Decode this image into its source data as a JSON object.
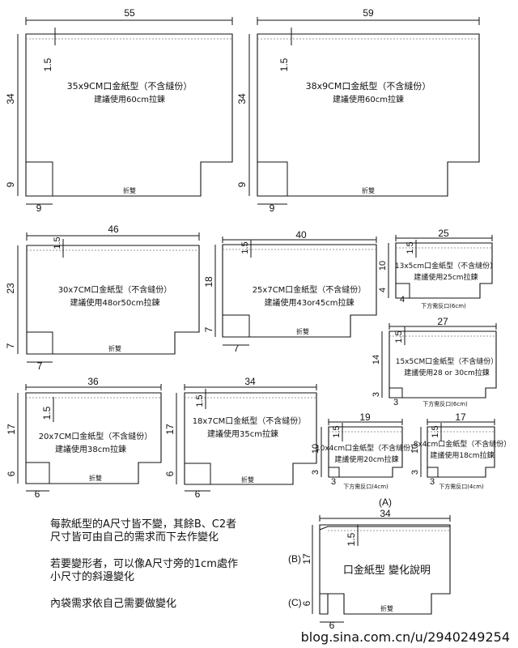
{
  "patterns": [
    {
      "width": "55",
      "height": "34",
      "seam": "1.5",
      "corner_h": "9",
      "corner_w": "9",
      "line1": "35x9CM口金紙型（不含縫份）",
      "line2": "建議使用60cm拉鍊",
      "fold": "折雙"
    },
    {
      "width": "59",
      "height": "34",
      "seam": "1.5",
      "corner_h": "9",
      "corner_w": "9",
      "line1": "38x9CM口金紙型（不含縫份）",
      "line2": "建議使用60cm拉鍊",
      "fold": "折雙"
    },
    {
      "width": "46",
      "height": "23",
      "seam": "1.5",
      "corner_h": "7",
      "corner_w": "7",
      "line1": "30x7CM口金紙型（不含縫份）",
      "line2": "建議使用48or50cm拉鍊",
      "fold": "折雙"
    },
    {
      "width": "40",
      "height": "18",
      "seam": "1.5",
      "corner_h": "7",
      "corner_w": "7",
      "line1": "25x7CM口金紙型（不含縫份）",
      "line2": "建議使用43or45cm拉鍊",
      "fold": "折雙"
    },
    {
      "width": "25",
      "height": "10",
      "seam": "1.5",
      "corner_h": "4",
      "corner_w": "4",
      "line1": "13x5cm口金紙型（不含縫份）",
      "line2": "建議使用25cm拉鍊",
      "fold": "下方需反口(6cm)"
    },
    {
      "width": "27",
      "height": "14",
      "seam": "1.5",
      "corner_h": "3",
      "corner_w": "3",
      "line1": "15x5CM口金紙型（不含縫份）",
      "line2": "建議使用28 or 30cm拉鍊",
      "fold": "下方需反口(6cm)"
    },
    {
      "width": "36",
      "height": "17",
      "seam": "1.5",
      "corner_h": "6",
      "corner_w": "6",
      "line1": "20x7CM口金紙型（不含縫份）",
      "line2": "建議使用38cm拉鍊",
      "fold": "折雙"
    },
    {
      "width": "34",
      "height": "17",
      "seam": "1.5",
      "corner_h": "6",
      "corner_w": "6",
      "line1": "18x7CM口金紙型（不含縫份）",
      "line2": "建議使用35cm拉鍊",
      "fold": "折雙"
    },
    {
      "width": "19",
      "height": "10",
      "seam": "1.5",
      "corner_h": "3",
      "corner_w": "3",
      "line1": "10x4cm口金紙型（不含縫份）",
      "line2": "建議使用20cm拉鍊",
      "fold": "下方需反口(4cm)"
    },
    {
      "width": "17",
      "height": "10",
      "seam": "1.5",
      "corner_h": "3",
      "corner_w": "3",
      "line1": "8x4cm口金紙型（不含縫份）",
      "line2": "建議使用18cm拉鍊",
      "fold": "下方需反口(4cm)"
    }
  ],
  "legend": {
    "tag": "(A)",
    "width": "34",
    "seam": "1.5",
    "b_label": "(B)",
    "b_value": "17",
    "c_label": "(C)",
    "c_value": "6",
    "corner_w": "6",
    "title": "口金紙型 變化說明",
    "fold": "折雙"
  },
  "notes": {
    "p1_l1": "每款紙型的A尺寸皆不變，其餘B、C2者",
    "p1_l2": "尺寸皆可由自己的需求而下去作變化",
    "p2_l1": "若要變形者，可以像A尺寸旁的1cm處作",
    "p2_l2": "小尺寸的斜邊變化",
    "p3_l1": "內袋需求依自己需要做變化"
  },
  "watermark": "blog.sina.com.cn/u/2940249254"
}
